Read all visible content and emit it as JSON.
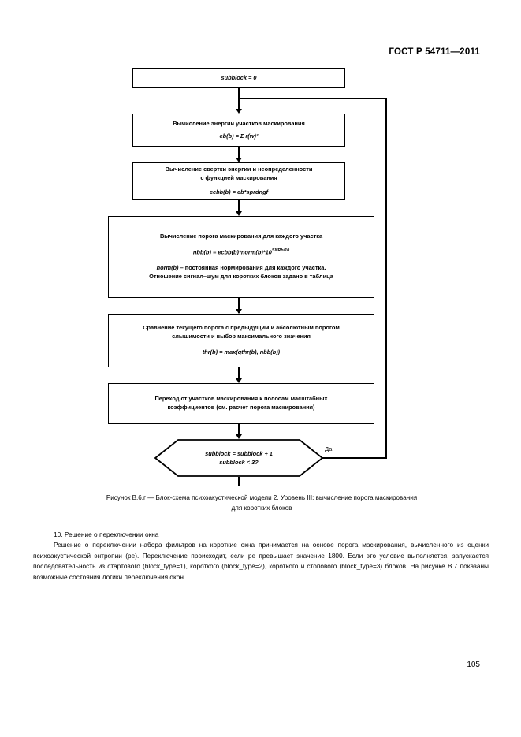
{
  "header": {
    "standard": "ГОСТ Р 54711—2011"
  },
  "flowchart": {
    "nodes": [
      {
        "id": "init",
        "lines": [
          "subblock = 0"
        ]
      },
      {
        "id": "energy",
        "title": "Вычисление энергии участков маскирования",
        "formula": "eb(b) = Σ r(w)²"
      },
      {
        "id": "convolution",
        "title_line1": "Вычисление свертки энергии и неопределенности",
        "title_line2": "с функцией маскирования",
        "formula": "ecbb(b) = eb*sprdngf"
      },
      {
        "id": "threshold",
        "title": "Вычисление порога маскирования для каждого участка",
        "formula_base": "nbb(b) = ecbb(b)*norm(b)*10",
        "formula_exponent": "SNRb/10",
        "note_line1_italic": "norm(b)",
        "note_line1_rest": " – постоянная нормирования для каждого участка.",
        "note_line2": "Отношение сигнал–шум для коротких блоков задано в таблица"
      },
      {
        "id": "compare",
        "title_line1": "Сравнение текущего порога с предыдущим и абсолютным порогом",
        "title_line2": "слышимости и выбор максимального значения",
        "formula": "thr(b) = max(qthr(b), nbb(b))"
      },
      {
        "id": "mapping",
        "title_line1": "Переход от участков маскирования к полосам масштабных",
        "title_line2": "коэффициентов (см. расчет порога маскирования)"
      }
    ],
    "decision": {
      "id": "subblock-check",
      "line1": "subblock = subblock + 1",
      "line2": "subblock < 3?",
      "yes_label": "Да"
    }
  },
  "caption": {
    "line1": "Рисунок В.6.г — Блок-схема психоакустической модели 2. Уровень III: вычисление порога маскирования",
    "line2": "для коротких блоков"
  },
  "body": {
    "heading": "10.  Решение о переключении окна",
    "paragraph": "Решение о переключении набора фильтров на короткие окна принимается на основе порога маскирования, вычисленного из оценки психоакустической энтропии (ре). Переключение происходит, если ре превышает значение 1800. Если это условие выполняется, запускается последовательность из стартового (block_type=1), короткого (block_type=2), короткого и стопового (block_type=3) блоков. На рисунке В.7 показаны возможные состояния логики переключения окон."
  },
  "footer": {
    "page_number": "105"
  }
}
